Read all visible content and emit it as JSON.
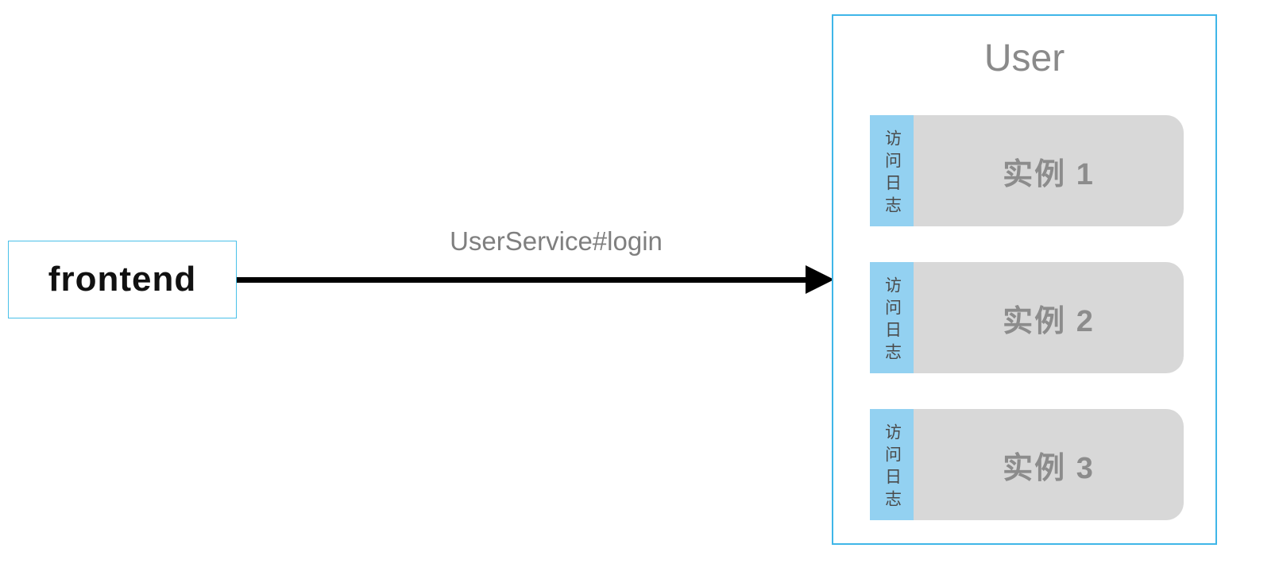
{
  "frontend": {
    "label": "frontend"
  },
  "arrow": {
    "label": "UserService#login"
  },
  "user_panel": {
    "title": "User",
    "instances": [
      {
        "tab": "访问日志",
        "label": "实例 1"
      },
      {
        "tab": "访问日志",
        "label": "实例 2"
      },
      {
        "tab": "访问日志",
        "label": "实例 3"
      }
    ]
  },
  "colors": {
    "panel_border": "#3fb6e8",
    "frontend_border": "#49c0e8",
    "tab_blue": "#93d1f1",
    "instance_gray": "#d8d8d8",
    "instance_text": "#8c8c8c",
    "arrow_black": "#000000",
    "label_gray": "#7f7f7f"
  }
}
